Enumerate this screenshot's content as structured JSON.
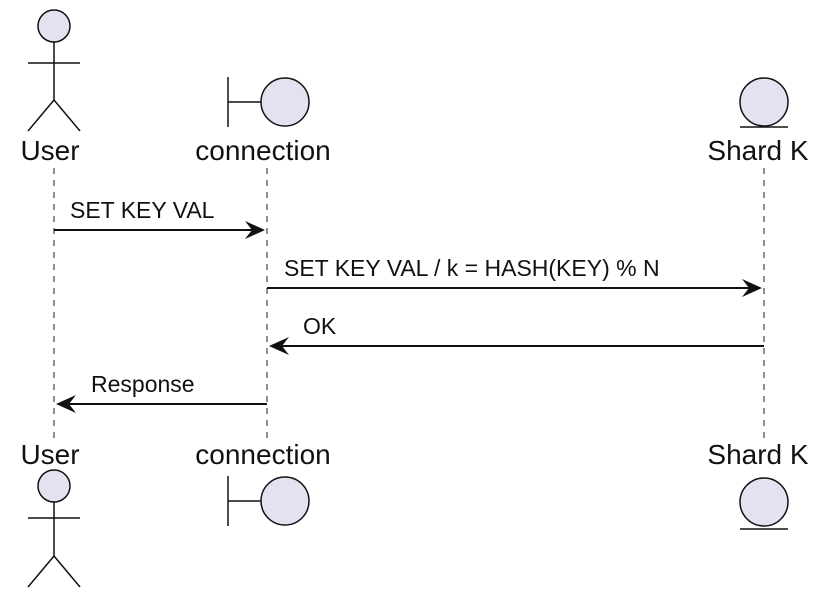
{
  "diagram": {
    "participants": {
      "user": {
        "label": "User",
        "kind": "actor"
      },
      "connection": {
        "label": "connection",
        "kind": "boundary"
      },
      "shard": {
        "label": "Shard K",
        "kind": "entity"
      }
    },
    "messages": [
      {
        "from": "user",
        "to": "connection",
        "label": "SET KEY VAL"
      },
      {
        "from": "connection",
        "to": "shard",
        "label": "SET KEY VAL / k = HASH(KEY) % N"
      },
      {
        "from": "shard",
        "to": "connection",
        "label": "OK"
      },
      {
        "from": "connection",
        "to": "user",
        "label": "Response"
      }
    ],
    "colors": {
      "participant_fill": "#E2E2F0",
      "line": "#111111"
    }
  }
}
